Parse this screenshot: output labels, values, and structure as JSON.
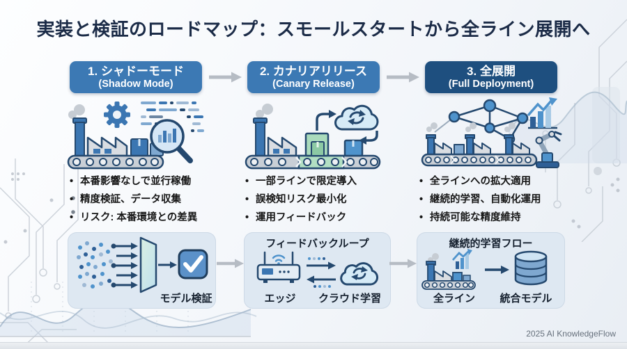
{
  "title": "実装と検証のロードマップ：スモールスタートから全ライン展開へ",
  "stages": [
    {
      "step_ja": "1. シャドーモード",
      "step_en": "(Shadow Mode)",
      "bullets": [
        "本番影響なしで並行稼働",
        "精度検証、データ収集",
        "リスク: 本番環境との差異"
      ]
    },
    {
      "step_ja": "2. カナリアリリース",
      "step_en": "(Canary Release)",
      "bullets": [
        "一部ラインで限定導入",
        "誤検知リスク最小化",
        "運用フィードバック"
      ]
    },
    {
      "step_ja": "3. 全展開",
      "step_en": "(Full Deployment)",
      "bullets": [
        "全ラインへの拡大適用",
        "継続的学習、自動化運用",
        "持続可能な精度維持"
      ]
    }
  ],
  "panels": {
    "model_validation": {
      "label": "モデル検証"
    },
    "feedback_loop": {
      "title": "フィードバックループ",
      "edge_label": "エッジ",
      "cloud_label": "クラウド学習"
    },
    "continuous_learning": {
      "title": "継続的学習フロー",
      "line_label": "全ライン",
      "model_label": "統合モデル"
    }
  },
  "footer": "2025 AI KnowledgeFlow",
  "colors": {
    "stage_blue": "#3c79b4",
    "stage_dark": "#1e4f7f",
    "line_navy": "#24486e",
    "fill_blue": "#3b76b2",
    "mid_blue": "#4f93cc",
    "light_blue": "#cfe4f4",
    "canary_green": "#9fd4b4",
    "panel_bg": "#dee8f2",
    "arrow_gray": "#b6bcc4",
    "title_navy": "#1b2b47"
  }
}
